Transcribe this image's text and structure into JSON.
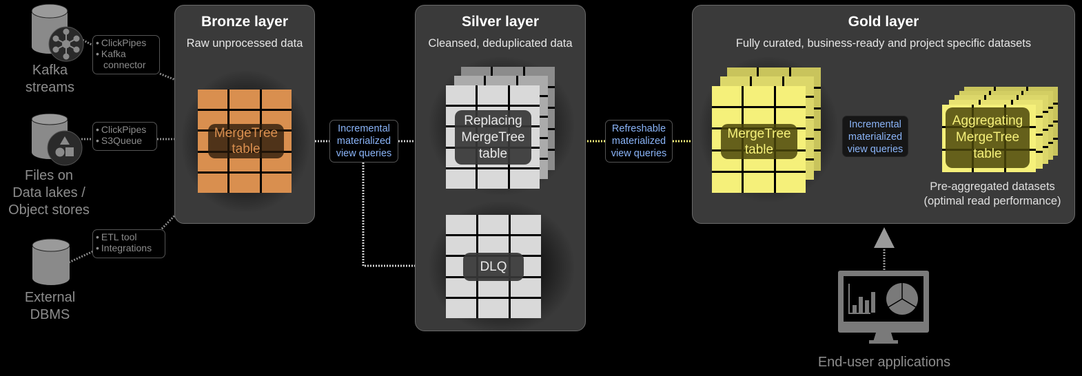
{
  "sources": [
    {
      "label_lines": [
        "Kafka",
        "streams"
      ],
      "icon": "kafka-icon",
      "tags": [
        {
          "bullet": "ClickPipes"
        },
        {
          "bullet": "Kafka",
          "cont": "connector"
        }
      ]
    },
    {
      "label_lines": [
        "Files on",
        "Data lakes /",
        "Object stores"
      ],
      "icon": "shapes-icon",
      "tags": [
        {
          "bullet": "ClickPipes"
        },
        {
          "bullet": "S3Queue"
        }
      ]
    },
    {
      "label_lines": [
        "External",
        "DBMS"
      ],
      "icon": "database-icon",
      "tags": [
        {
          "bullet": "ETL tool"
        },
        {
          "bullet": "Integrations"
        }
      ]
    }
  ],
  "layers": {
    "bronze": {
      "title": "Bronze layer",
      "subtitle": "Raw unprocessed data",
      "table_lines": [
        "MergeTree",
        "table"
      ],
      "color": "#d98f4f"
    },
    "silver": {
      "title": "Silver layer",
      "subtitle": "Cleansed, deduplicated data",
      "table_lines": [
        "Replacing",
        "MergeTree",
        "table"
      ],
      "dlq": "DLQ",
      "color": "#d9d9d9"
    },
    "gold": {
      "title": "Gold layer",
      "subtitle": "Fully curated, business-ready and project specific datasets",
      "table_lines": [
        "MergeTree",
        "table"
      ],
      "agg_lines": [
        "Aggregating",
        "MergeTree",
        "table"
      ],
      "caption_lines": [
        "Pre-aggregated datasets",
        "(optimal read performance)"
      ],
      "color": "#f5f07a"
    }
  },
  "queries": {
    "bronze_to_silver": [
      "Incremental",
      "materialized",
      "view queries"
    ],
    "silver_to_gold": [
      "Refreshable",
      "materialized",
      "view queries"
    ],
    "gold_internal": [
      "Incremental",
      "materialized",
      "view queries"
    ]
  },
  "consumer": {
    "label": "End-user applications",
    "icon": "monitor-dashboard-icon"
  },
  "colors": {
    "query_text": "#8ab4f8",
    "arrow_gray": "#bdbdbd",
    "arrow_yellow": "#f5f07a"
  }
}
